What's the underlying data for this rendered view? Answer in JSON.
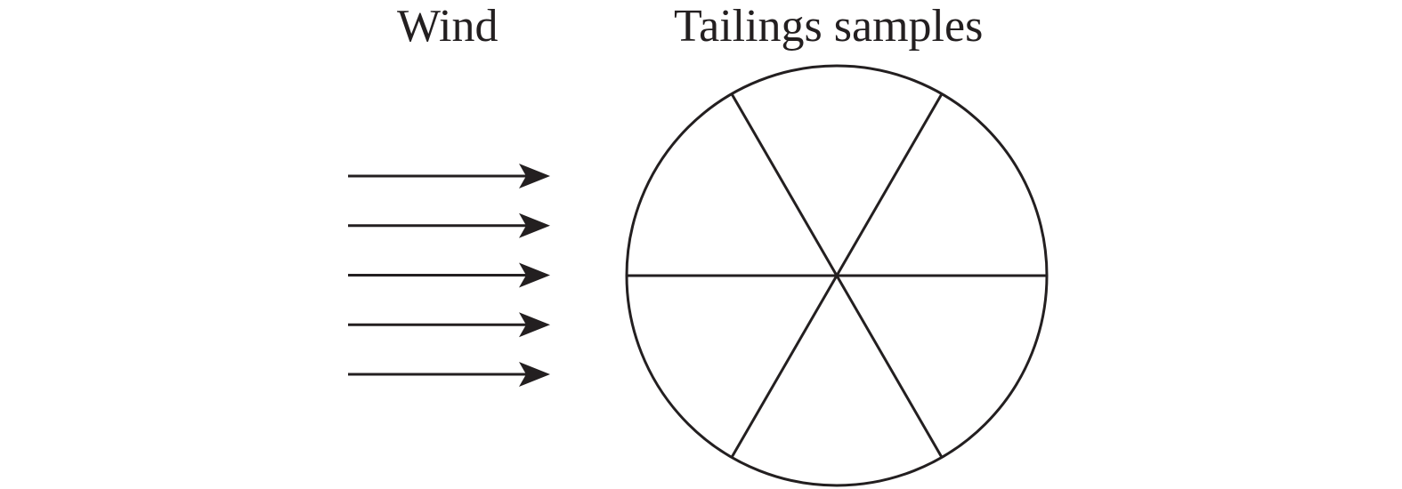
{
  "labels": {
    "wind": "Wind",
    "samples": "Tailings samples"
  },
  "diagram": {
    "arrow_count": 5,
    "sector_count": 6,
    "stroke_color": "#231f20"
  }
}
